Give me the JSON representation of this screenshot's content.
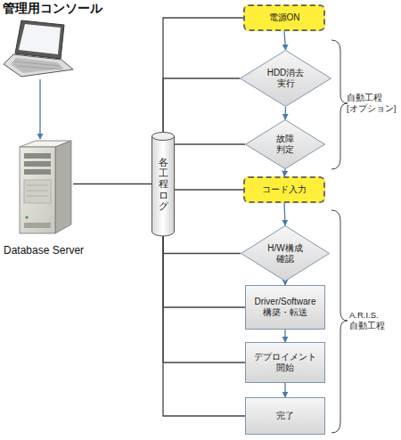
{
  "diagram": {
    "nodes": [
      {
        "text": [
          "管理用コンソール"
        ]
      },
      {
        "text": [
          "Database Server"
        ]
      },
      {
        "text": [
          "各工程ログ"
        ]
      },
      {
        "text": [
          "電源ON"
        ]
      },
      {
        "text": [
          "HDD消去 実行"
        ]
      },
      {
        "text": [
          "故障 判定"
        ]
      },
      {
        "text": [
          "コード入力"
        ]
      },
      {
        "text": [
          "H/W構成 確認"
        ]
      },
      {
        "text": [
          "Driver/Software 構築・転送"
        ]
      },
      {
        "text": [
          "デプロイメント 開始"
        ]
      },
      {
        "text": [
          "完了"
        ]
      }
    ],
    "edges": [
      {
        "from": 0,
        "to": 1,
        "arrow": "to"
      },
      {
        "from": 1,
        "to": 2,
        "arrow": "none"
      },
      {
        "from": 2,
        "to": 3,
        "arrow": "none"
      },
      {
        "from": 2,
        "to": 4,
        "arrow": "none"
      },
      {
        "from": 2,
        "to": 5,
        "arrow": "none"
      },
      {
        "from": 2,
        "to": 6,
        "arrow": "none"
      },
      {
        "from": 2,
        "to": 7,
        "arrow": "none"
      },
      {
        "from": 2,
        "to": 8,
        "arrow": "none"
      },
      {
        "from": 2,
        "to": 9,
        "arrow": "none"
      },
      {
        "from": 2,
        "to": 10,
        "arrow": "none"
      },
      {
        "from": 3,
        "to": 4,
        "arrow": "to"
      },
      {
        "from": 4,
        "to": 5,
        "arrow": "to"
      },
      {
        "from": 5,
        "to": 6,
        "arrow": "to"
      },
      {
        "from": 6,
        "to": 7,
        "arrow": "to"
      },
      {
        "from": 7,
        "to": 8,
        "arrow": "to"
      },
      {
        "from": 8,
        "to": 9,
        "arrow": "to"
      },
      {
        "from": 9,
        "to": 10,
        "arrow": "to"
      }
    ],
    "labels": [
      "自動工程 [オプション]",
      "A.R.I.S. 自動工程"
    ]
  }
}
